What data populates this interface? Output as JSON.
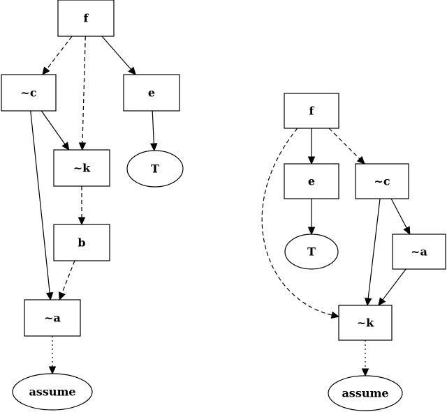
{
  "diagrams": [
    {
      "nodes": [
        {
          "id": "L_f",
          "label": "f",
          "shape": "box"
        },
        {
          "id": "L_nc",
          "label": "~c",
          "shape": "box"
        },
        {
          "id": "L_e",
          "label": "e",
          "shape": "box"
        },
        {
          "id": "L_nk",
          "label": "~k",
          "shape": "box"
        },
        {
          "id": "L_T",
          "label": "T",
          "shape": "ellipse"
        },
        {
          "id": "L_b",
          "label": "b",
          "shape": "box"
        },
        {
          "id": "L_na",
          "label": "~a",
          "shape": "box"
        },
        {
          "id": "L_assume",
          "label": "assume",
          "shape": "ellipse"
        }
      ],
      "edges": [
        {
          "from": "L_f",
          "to": "L_nc",
          "style": "dashed"
        },
        {
          "from": "L_f",
          "to": "L_nk",
          "style": "dashed"
        },
        {
          "from": "L_f",
          "to": "L_e",
          "style": "solid"
        },
        {
          "from": "L_nc",
          "to": "L_nk",
          "style": "solid"
        },
        {
          "from": "L_nc",
          "to": "L_na",
          "style": "solid"
        },
        {
          "from": "L_e",
          "to": "L_T",
          "style": "solid"
        },
        {
          "from": "L_nk",
          "to": "L_b",
          "style": "dashed"
        },
        {
          "from": "L_b",
          "to": "L_na",
          "style": "dashed"
        },
        {
          "from": "L_na",
          "to": "L_assume",
          "style": "dotted"
        }
      ]
    },
    {
      "nodes": [
        {
          "id": "R_f",
          "label": "f",
          "shape": "box"
        },
        {
          "id": "R_e",
          "label": "e",
          "shape": "box"
        },
        {
          "id": "R_nc",
          "label": "~c",
          "shape": "box"
        },
        {
          "id": "R_T",
          "label": "T",
          "shape": "ellipse"
        },
        {
          "id": "R_na",
          "label": "~a",
          "shape": "box"
        },
        {
          "id": "R_nk",
          "label": "~k",
          "shape": "box"
        },
        {
          "id": "R_assume",
          "label": "assume",
          "shape": "ellipse"
        }
      ],
      "edges": [
        {
          "from": "R_f",
          "to": "R_e",
          "style": "solid"
        },
        {
          "from": "R_f",
          "to": "R_nc",
          "style": "dashed"
        },
        {
          "from": "R_f",
          "to": "R_nk",
          "style": "dashed"
        },
        {
          "from": "R_e",
          "to": "R_T",
          "style": "solid"
        },
        {
          "from": "R_nc",
          "to": "R_nk",
          "style": "solid"
        },
        {
          "from": "R_nc",
          "to": "R_na",
          "style": "solid"
        },
        {
          "from": "R_na",
          "to": "R_nk",
          "style": "solid"
        },
        {
          "from": "R_nk",
          "to": "R_assume",
          "style": "dotted"
        }
      ]
    }
  ]
}
